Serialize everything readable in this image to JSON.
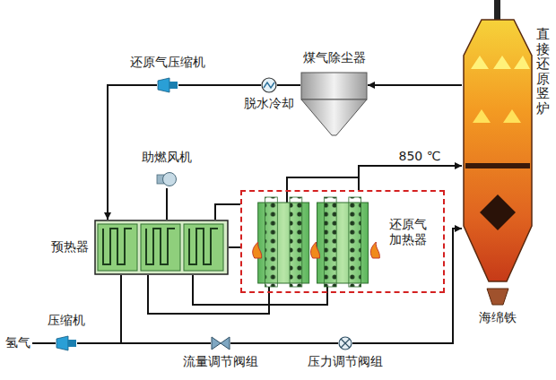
{
  "diagram": {
    "nodes": [
      {
        "text": [
          "煤气除尘器"
        ]
      },
      {
        "text": [
          "还原气压缩机"
        ]
      },
      {
        "text": [
          "脱水冷却"
        ]
      },
      {
        "text": [
          "直接还原竖炉"
        ]
      },
      {
        "text": [
          "助燃风机"
        ]
      },
      {
        "text": [
          "预热器"
        ]
      },
      {
        "text": [
          "还原气加热器"
        ]
      },
      {
        "text": [
          "压缩机"
        ]
      },
      {
        "text": [
          "流量调节阀组"
        ]
      },
      {
        "text": [
          "压力调节阀组"
        ]
      }
    ],
    "edges": [
      {
        "from": 3,
        "to": 0,
        "arrow": "to"
      },
      {
        "from": 0,
        "to": 2,
        "arrow": "none"
      },
      {
        "from": 2,
        "to": 1,
        "arrow": "none"
      },
      {
        "from": 1,
        "to": 5,
        "arrow": "to"
      },
      {
        "from": 4,
        "to": 5,
        "arrow": "none"
      },
      {
        "from": 5,
        "to": 6,
        "arrow": "none"
      },
      {
        "from": 6,
        "to": 3,
        "label": "850 ℃",
        "arrow": "to"
      },
      {
        "from": 7,
        "to": 8,
        "arrow": "none"
      },
      {
        "from": 8,
        "to": 9,
        "arrow": "none"
      },
      {
        "from": 9,
        "to": 3,
        "arrow": "to"
      },
      {
        "from": 7,
        "to": 5,
        "arrow": "none"
      }
    ],
    "labels": [
      "氢气",
      "海绵铁"
    ]
  }
}
